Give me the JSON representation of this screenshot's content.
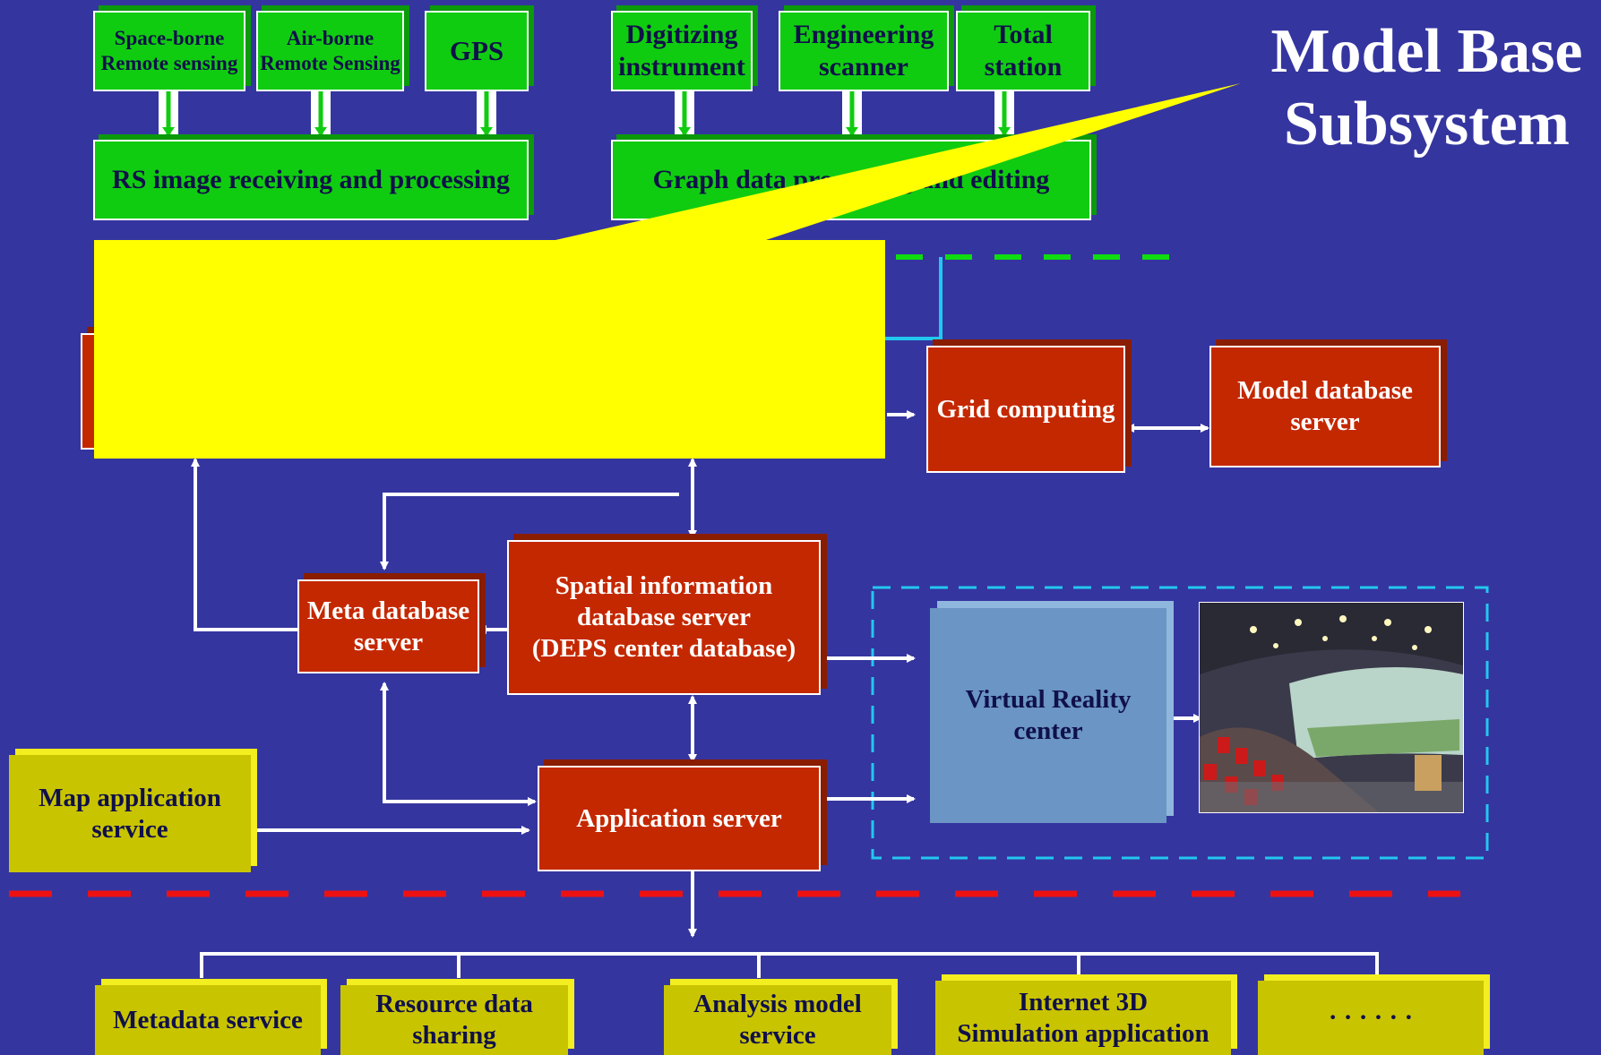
{
  "callout": {
    "title_line1": "Model Base",
    "title_line2": "Subsystem"
  },
  "colors": {
    "background": "#3535a0",
    "input": "#10cc10",
    "server": "#c42800",
    "service": "#c9c400",
    "vr": "#6a95c4",
    "callout": "#ffff00",
    "arrow": "#ffffff"
  },
  "inputs": {
    "spaceborne": "Space-borne\nRemote sensing",
    "airborne": "Air-borne\nRemote Sensing",
    "gps": "GPS",
    "digitizing": "Digitizing\ninstrument",
    "scanner": "Engineering\nscanner",
    "total_station": "Total\nstation",
    "rs_processing": "RS image receiving and processing",
    "graph_editing": "Graph data processing and editing"
  },
  "servers": {
    "grid": "Grid computing",
    "model_db": "Model database\nserver",
    "meta_db": "Meta database\nserver",
    "spatial_db": "Spatial information\ndatabase server\n(DEPS center database)",
    "app_server": "Application server"
  },
  "vr": {
    "center": "Virtual Reality\ncenter"
  },
  "services": {
    "map_app": "Map application\nservice",
    "metadata": "Metadata service",
    "resource": "Resource data\nsharing",
    "analysis": "Analysis model\nservice",
    "internet3d": "Internet 3D\nSimulation application",
    "more": "· · · · · ·"
  }
}
